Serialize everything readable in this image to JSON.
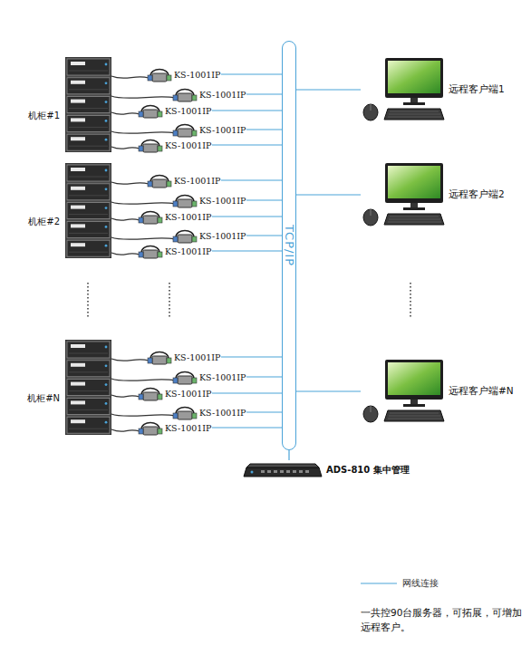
{
  "diagram": {
    "nodes": [
      {
        "text": [
          "机柜#1"
        ]
      },
      {
        "text": [
          "KS-1001IP"
        ]
      },
      {
        "text": [
          "KS-1001IP"
        ]
      },
      {
        "text": [
          "KS-1001IP"
        ]
      },
      {
        "text": [
          "KS-1001IP"
        ]
      },
      {
        "text": [
          "KS-1001IP"
        ]
      },
      {
        "text": [
          "机柜#2"
        ]
      },
      {
        "text": [
          "KS-1001IP"
        ]
      },
      {
        "text": [
          "KS-1001IP"
        ]
      },
      {
        "text": [
          "KS-1001IP"
        ]
      },
      {
        "text": [
          "KS-1001IP"
        ]
      },
      {
        "text": [
          "KS-1001IP"
        ]
      },
      {
        "text": [
          "机柜#N"
        ]
      },
      {
        "text": [
          "KS-1001IP"
        ]
      },
      {
        "text": [
          "KS-1001IP"
        ]
      },
      {
        "text": [
          "KS-1001IP"
        ]
      },
      {
        "text": [
          "KS-1001IP"
        ]
      },
      {
        "text": [
          "KS-1001IP"
        ]
      },
      {
        "text": [
          "TCP/IP"
        ]
      },
      {
        "text": [
          "远程客户端1"
        ]
      },
      {
        "text": [
          "远程客户端2"
        ]
      },
      {
        "text": [
          "远程客户端#N"
        ]
      },
      {
        "text": [
          "ADS-810 集中管理"
        ]
      }
    ],
    "edges": [
      {
        "from": 1,
        "to": 18,
        "arrow": "none"
      },
      {
        "from": 2,
        "to": 18,
        "arrow": "none"
      },
      {
        "from": 3,
        "to": 18,
        "arrow": "none"
      },
      {
        "from": 4,
        "to": 18,
        "arrow": "none"
      },
      {
        "from": 5,
        "to": 18,
        "arrow": "none"
      },
      {
        "from": 7,
        "to": 18,
        "arrow": "none"
      },
      {
        "from": 8,
        "to": 18,
        "arrow": "none"
      },
      {
        "from": 9,
        "to": 18,
        "arrow": "none"
      },
      {
        "from": 10,
        "to": 18,
        "arrow": "none"
      },
      {
        "from": 11,
        "to": 18,
        "arrow": "none"
      },
      {
        "from": 13,
        "to": 18,
        "arrow": "none"
      },
      {
        "from": 14,
        "to": 18,
        "arrow": "none"
      },
      {
        "from": 15,
        "to": 18,
        "arrow": "none"
      },
      {
        "from": 16,
        "to": 18,
        "arrow": "none"
      },
      {
        "from": 17,
        "to": 18,
        "arrow": "none"
      },
      {
        "from": 18,
        "to": 19,
        "arrow": "none"
      },
      {
        "from": 18,
        "to": 20,
        "arrow": "none"
      },
      {
        "from": 18,
        "to": 21,
        "arrow": "none"
      },
      {
        "from": 18,
        "to": 22,
        "arrow": "none"
      }
    ],
    "labels": [
      "一共控90台服务器，可拓展，可增加远程客户。"
    ],
    "legend": [
      {
        "text": "网线连接"
      }
    ]
  }
}
